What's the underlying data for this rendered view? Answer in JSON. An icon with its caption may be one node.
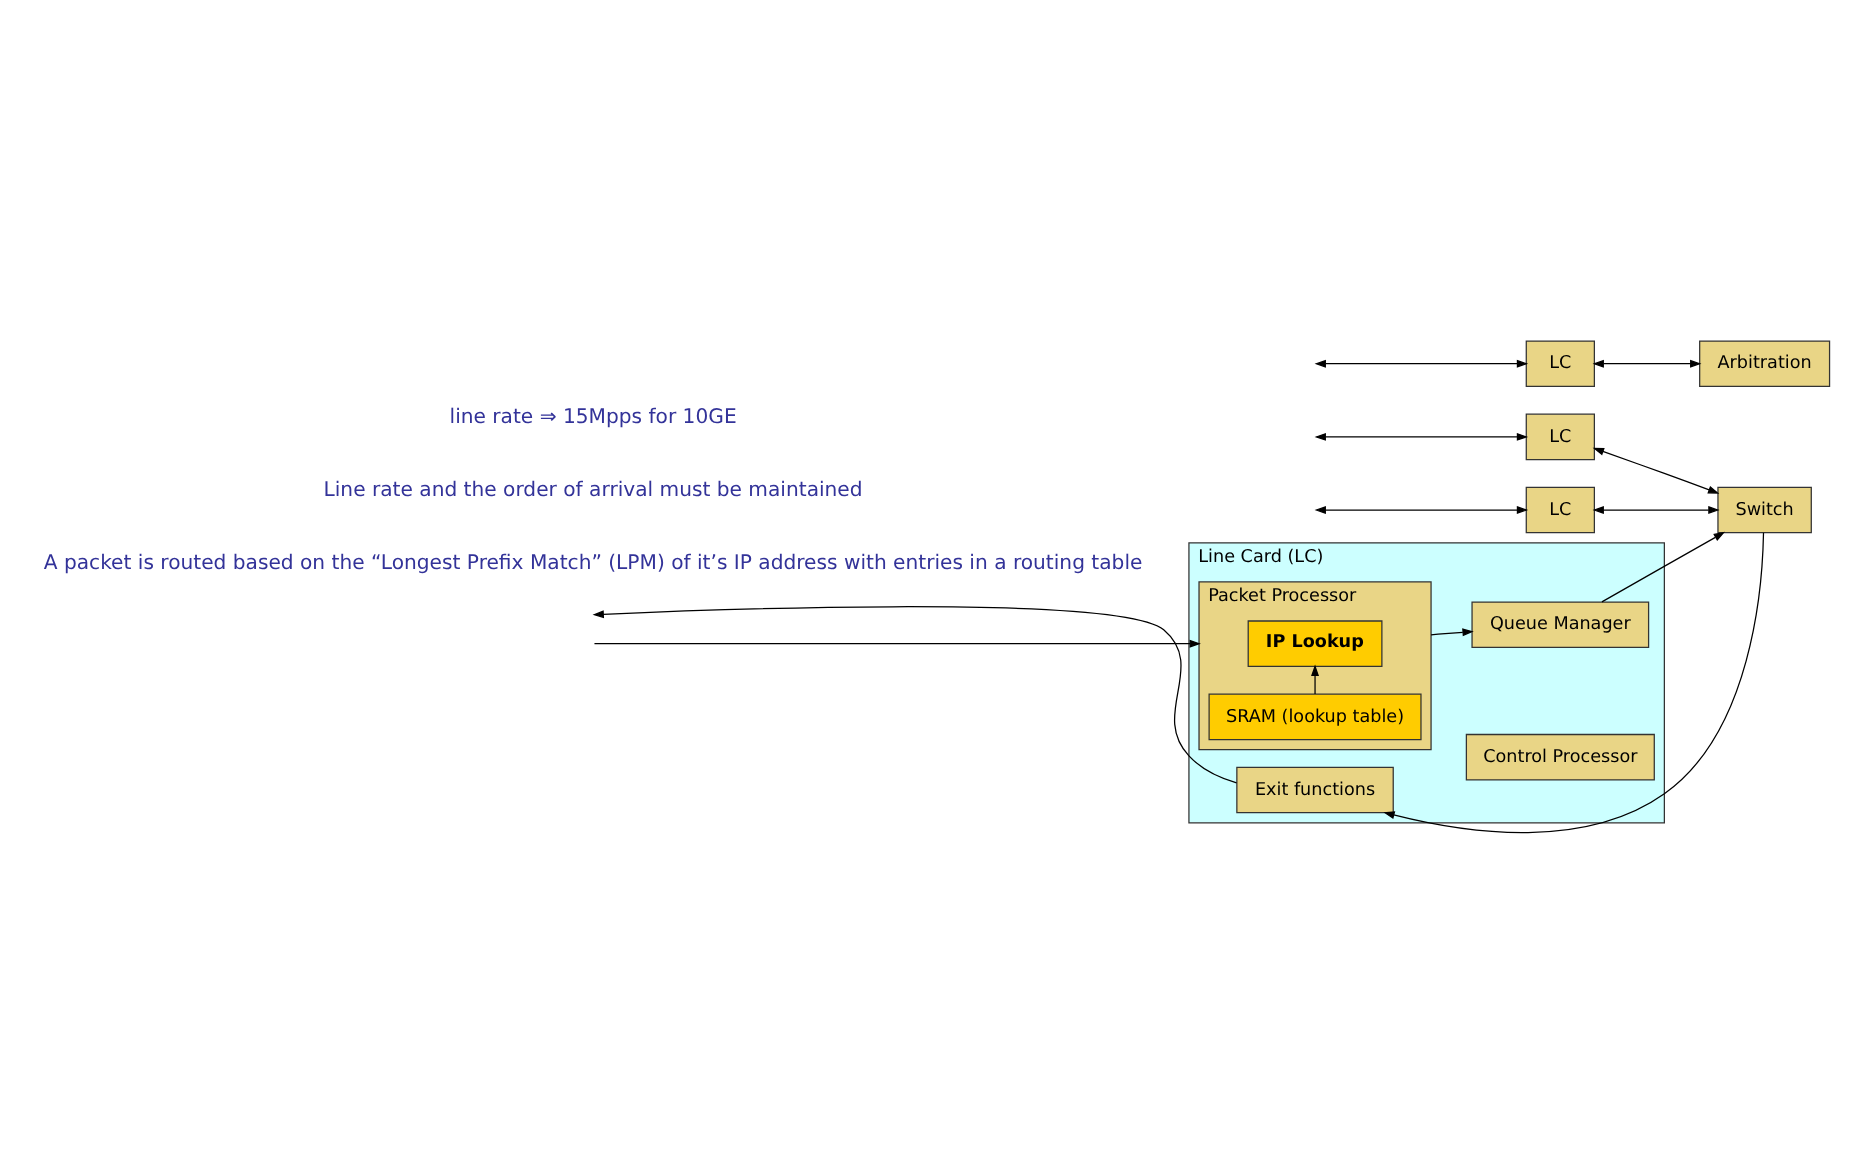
{
  "diagram": {
    "nodes": [
      {
        "text": [
          "Line Card (LC)"
        ]
      },
      {
        "text": [
          "Packet Processor"
        ],
        "in": 0
      },
      {
        "text": [
          "SRAM (lookup table)"
        ],
        "in": 1
      },
      {
        "text": [
          "IP Lookup"
        ],
        "in": 1
      },
      {
        "text": [
          "Control Processor"
        ],
        "in": 0
      },
      {
        "text": [
          "Queue Manager"
        ],
        "in": 0
      },
      {
        "text": [
          "Exit functions"
        ],
        "in": 0
      },
      {
        "text": [
          "Arbitration"
        ]
      },
      {
        "text": [
          "Switch"
        ]
      },
      {
        "text": [
          "LC"
        ]
      },
      {
        "text": [
          "LC"
        ]
      },
      {
        "text": [
          "LC"
        ]
      }
    ],
    "edges": [
      {
        "from": null,
        "to": 1,
        "arrow": "to"
      },
      {
        "from": 2,
        "to": 3,
        "arrow": "to"
      },
      {
        "from": 1,
        "to": 5,
        "arrow": "to"
      },
      {
        "from": 5,
        "to": 8,
        "arrow": "to"
      },
      {
        "from": 8,
        "to": 6,
        "arrow": "to"
      },
      {
        "from": 6,
        "to": null,
        "arrow": "to"
      },
      {
        "from": null,
        "to": 9,
        "arrow": "both"
      },
      {
        "from": 9,
        "to": 7,
        "arrow": "both"
      },
      {
        "from": null,
        "to": 10,
        "arrow": "both"
      },
      {
        "from": 10,
        "to": 8,
        "arrow": "both"
      },
      {
        "from": null,
        "to": 11,
        "arrow": "both"
      },
      {
        "from": 11,
        "to": 8,
        "arrow": "both"
      }
    ],
    "labels": [
      "A packet is routed based on the “Longest Prefix Match” (LPM) of it’s IP address with entries in a routing table",
      "Line rate and the order of arrival must be maintained",
      "line rate ⇒ 15Mpps for 10GE"
    ]
  }
}
